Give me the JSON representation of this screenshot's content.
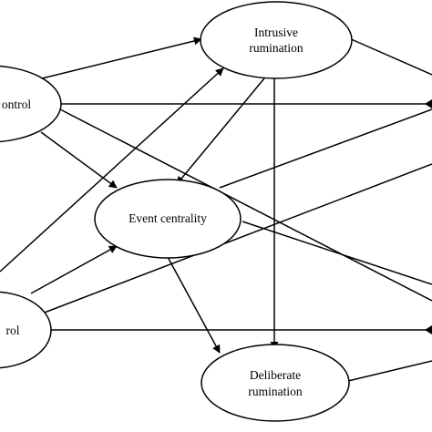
{
  "nodes": {
    "intrusive": {
      "lines": [
        "Intrusive",
        "rumination"
      ]
    },
    "centrality": {
      "lines": [
        "Event centrality"
      ]
    },
    "deliberate": {
      "lines": [
        "Deliberate",
        "rumination"
      ]
    },
    "control_top": {
      "lines": [
        "ontrol"
      ]
    },
    "control_bottom": {
      "lines": [
        "rol"
      ]
    }
  },
  "edges": [
    {
      "from": "control_top",
      "to": "intrusive"
    },
    {
      "from": "control_top",
      "to": "centrality"
    },
    {
      "from": "control_top",
      "to": "outcome-right-top"
    },
    {
      "from": "control_top",
      "to": "outcome-right-middle"
    },
    {
      "from": "control_bottom",
      "to": "intrusive"
    },
    {
      "from": "control_bottom",
      "to": "centrality"
    },
    {
      "from": "control_bottom",
      "to": "outcome-right-top"
    },
    {
      "from": "control_bottom",
      "to": "outcome-right-bottom"
    },
    {
      "from": "intrusive",
      "to": "centrality"
    },
    {
      "from": "intrusive",
      "to": "deliberate"
    },
    {
      "from": "intrusive",
      "to": "outcome-right-top"
    },
    {
      "from": "centrality",
      "to": "deliberate"
    },
    {
      "from": "centrality",
      "to": "outcome-right-middle"
    },
    {
      "from": "deliberate",
      "to": "outcome-right-bottom"
    }
  ]
}
